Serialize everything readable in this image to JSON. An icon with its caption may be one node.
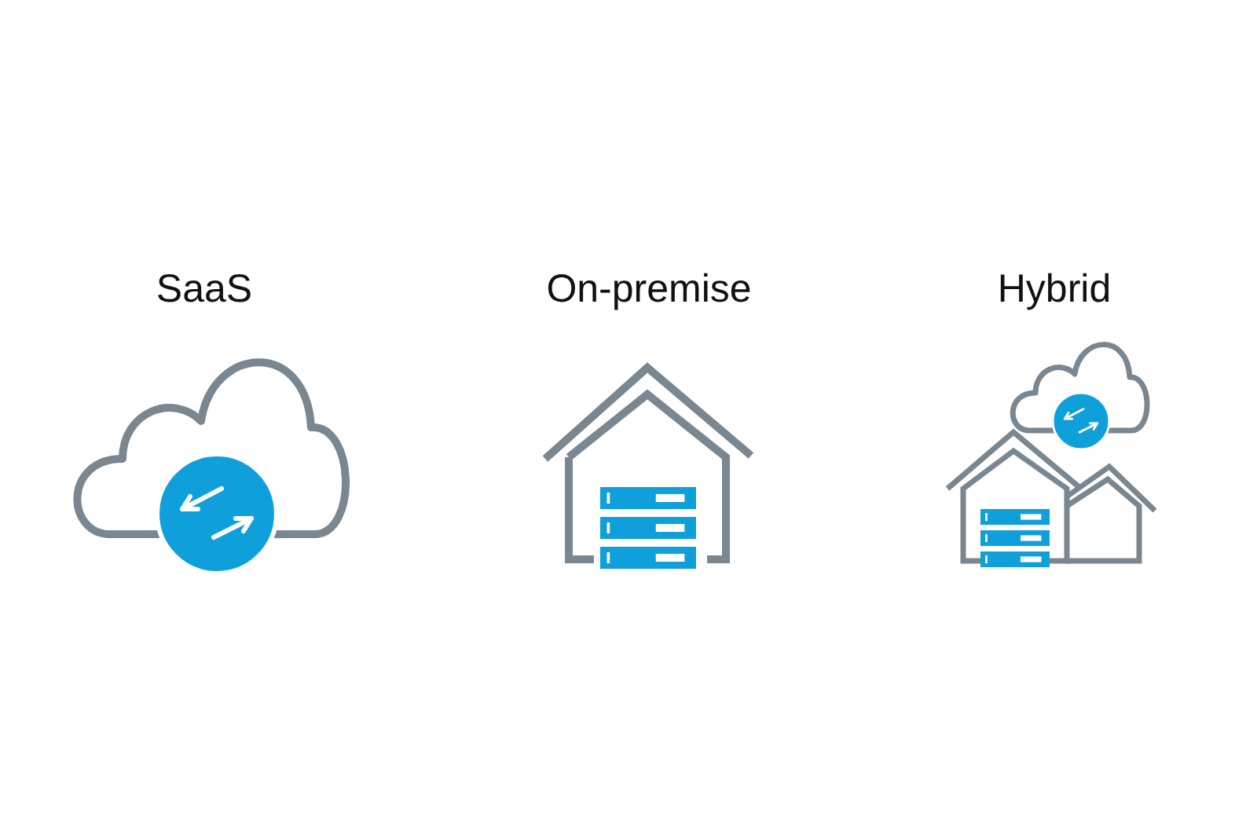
{
  "diagram": {
    "labels": [
      "SaaS",
      "On-premise",
      "Hybrid"
    ]
  }
}
